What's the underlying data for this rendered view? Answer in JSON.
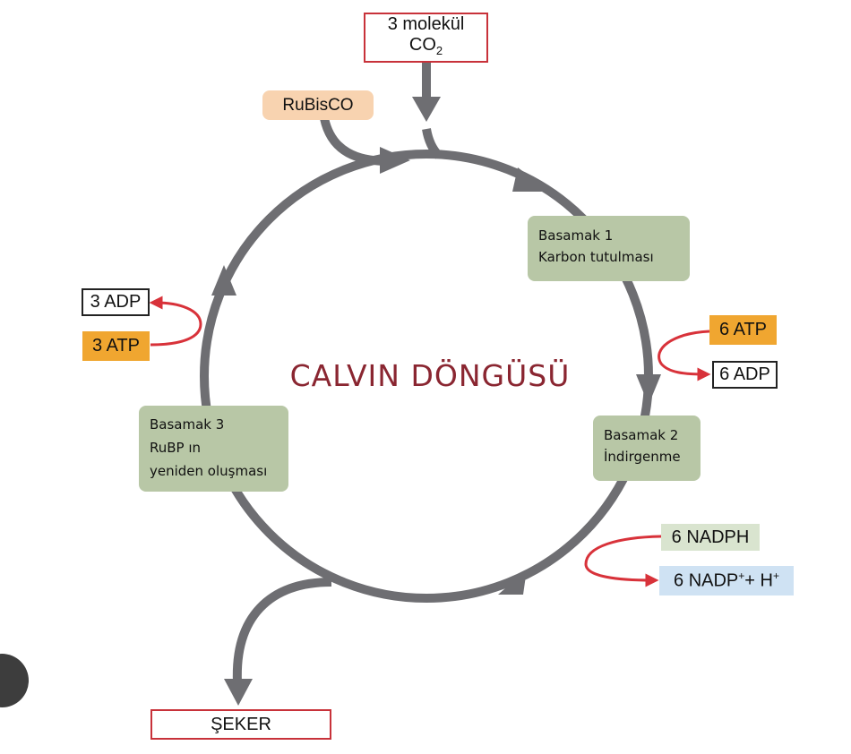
{
  "title": "CALVIN DÖNGÜSÜ",
  "inputs": {
    "co2_line1": "3 molekül",
    "co2_base": "CO",
    "co2_sub": "2",
    "rubisco": "RuBisCO"
  },
  "steps": [
    {
      "line1": "Basamak 1",
      "line2": "Karbon tutulması"
    },
    {
      "line1": "Basamak 2",
      "line2": "İndirgenme"
    },
    {
      "line1": "Basamak 3",
      "line2": "RuBP ın",
      "line3": "yeniden oluşması"
    }
  ],
  "energy": {
    "step2_in": "6 ATP",
    "step2_out": "6 ADP",
    "step3_in": "3 ATP",
    "step3_out": "3 ADP",
    "nadph": "6 NADPH",
    "nadp_base": "6 NADP",
    "nadp_sup": "+",
    "nadp_plus": "+ H",
    "h_sup": "+"
  },
  "output": "ŞEKER",
  "colors": {
    "cycle_gray": "#6e6e72",
    "red_arrow": "#d8323a",
    "step_green": "#b8c7a6",
    "atp_orange": "#f0a630",
    "rubisco_peach": "#f8d3b0",
    "nadph_green": "#d9e4cf",
    "nadp_blue": "#cfe2f3",
    "box_red_border": "#c8323a",
    "title_color": "#8a2631"
  }
}
